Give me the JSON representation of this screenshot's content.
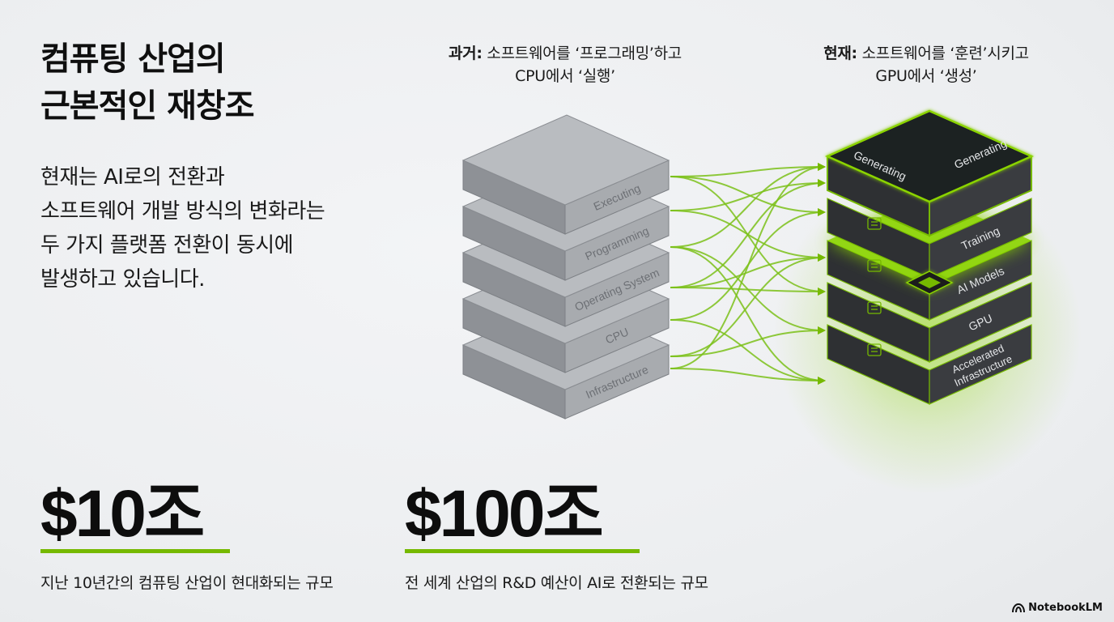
{
  "title": {
    "line1": "컴퓨팅 산업의",
    "line2": "근본적인 재창조"
  },
  "description": [
    "현재는 AI로의 전환과",
    "소프트웨어 개발 방식의 변화라는",
    "두 가지 플랫폼 전환이 동시에",
    "발생하고 있습니다."
  ],
  "stats": [
    {
      "value": "$10조",
      "label": "지난 10년간의 컴퓨팅 산업이 현대화되는 규모"
    },
    {
      "value": "$100조",
      "label": "전 세계 산업의 R&D 예산이 AI로 전환되는 규모"
    }
  ],
  "past": {
    "prefix": "과거:",
    "line1": " 소프트웨어를 ‘프로그래밍’하고",
    "line2": "CPU에서 ‘실행’",
    "layers": [
      "Executing",
      "Programming",
      "Operating System",
      "CPU",
      "Infrastructure"
    ]
  },
  "present": {
    "prefix": "현재:",
    "line1": " 소프트웨어를 ‘훈련’시키고",
    "line2": "GPU에서 ‘생성’",
    "top_labels": [
      "Generating",
      "Generating"
    ],
    "layers": [
      "Training",
      "AI Models",
      "GPU",
      "Accelerated",
      "Infrastructure"
    ]
  },
  "colors": {
    "accent": "#76b900",
    "grey_block": "#9ea1a6",
    "dark_block": "#2b2d30"
  },
  "brand": "NotebookLM",
  "icons": [
    "hand-robot-icon",
    "network-icon",
    "chip-icon",
    "cpu-chip-icon",
    "server-rack-icon",
    "notebooklm-logo-icon"
  ]
}
